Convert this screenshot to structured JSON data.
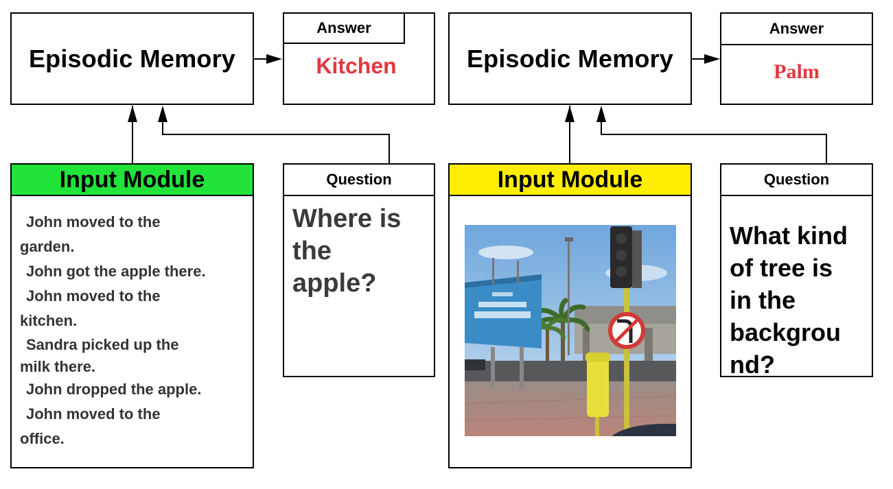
{
  "left": {
    "episodic_memory": "Episodic Memory",
    "answer_header": "Answer",
    "answer": "Kitchen",
    "input_module_header": "Input Module",
    "input_module_color": "#22e33a",
    "story": [
      "John moved to the",
      "garden.",
      "John got the apple there.",
      "John moved to the",
      "kitchen.",
      "Sandra picked up the",
      "milk there.",
      "John dropped the apple.",
      "John moved to the",
      "office."
    ],
    "question_header": "Question",
    "question_lines": [
      "Where is",
      "the",
      "apple?"
    ]
  },
  "right": {
    "episodic_memory": "Episodic Memory",
    "answer_header": "Answer",
    "answer": "Palm",
    "input_module_header": "Input Module",
    "input_module_color": "#ffee00",
    "question_header": "Question",
    "question_lines": [
      "What kind",
      "of tree is",
      "in the",
      "backgrou",
      "nd?"
    ]
  },
  "colors": {
    "answer_text": "#e0393e",
    "border": "#000000"
  }
}
